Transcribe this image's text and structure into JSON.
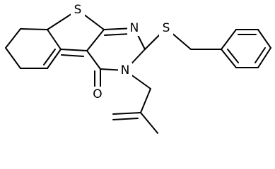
{
  "molecule": {
    "atoms": {
      "s_ring": "S",
      "n_top": "N",
      "s_chain": "S",
      "n_ring": "N",
      "o_carbonyl": "O"
    }
  }
}
